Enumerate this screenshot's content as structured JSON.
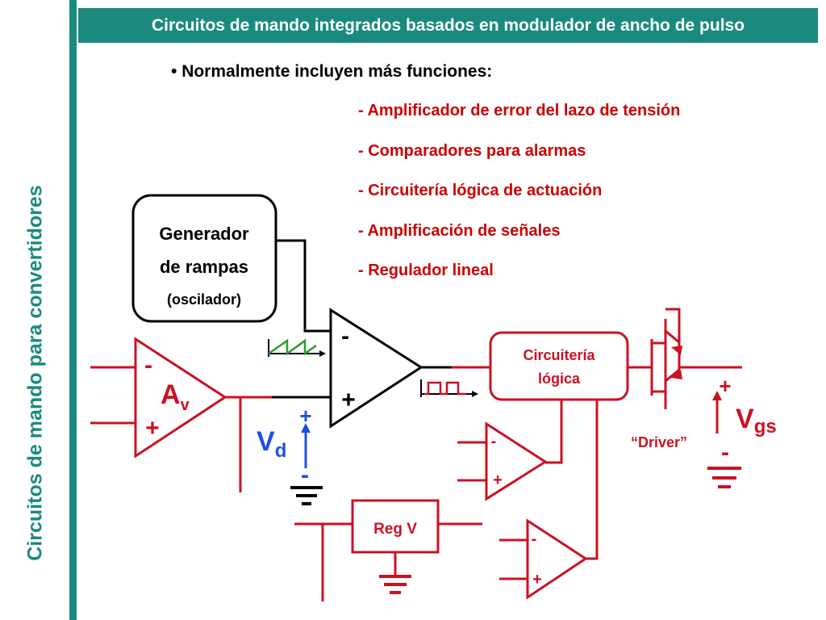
{
  "sidebar": {
    "title": "Circuitos de mando para convertidores"
  },
  "header": {
    "title": "Circuitos de mando integrados basados en modulador de ancho de pulso"
  },
  "content": {
    "bullet": "Normalmente incluyen más funciones:",
    "functions": [
      "- Amplificador de error del lazo de tensión",
      "- Comparadores para alarmas",
      "- Circuitería lógica de actuación",
      "- Amplificación de señales",
      "- Regulador lineal"
    ]
  },
  "diagram": {
    "generator": {
      "line1": "Generador",
      "line2": "de rampas",
      "line3": "(oscilador)"
    },
    "comparator": {
      "minus": "-",
      "plus": "+"
    },
    "error_amp": {
      "minus": "-",
      "plus": "+",
      "label": "A",
      "label_sub": "v"
    },
    "logic": {
      "line1": "Circuitería",
      "line2": "lógica"
    },
    "vd": {
      "label": "V",
      "sub": "d",
      "plus": "+",
      "minus": "-"
    },
    "vgs": {
      "label": "V",
      "sub": "gs",
      "plus": "+",
      "minus": "-"
    },
    "driver_label": "“Driver”",
    "regulator_label": "Reg V",
    "alarm_comp1": {
      "minus": "-",
      "plus": "+"
    },
    "alarm_comp2": {
      "minus": "-",
      "plus": "+"
    },
    "colors": {
      "circuit": "#cc1122",
      "black": "#000000",
      "blue": "#1f4fe0",
      "ramp": "#2a9a2a"
    }
  }
}
